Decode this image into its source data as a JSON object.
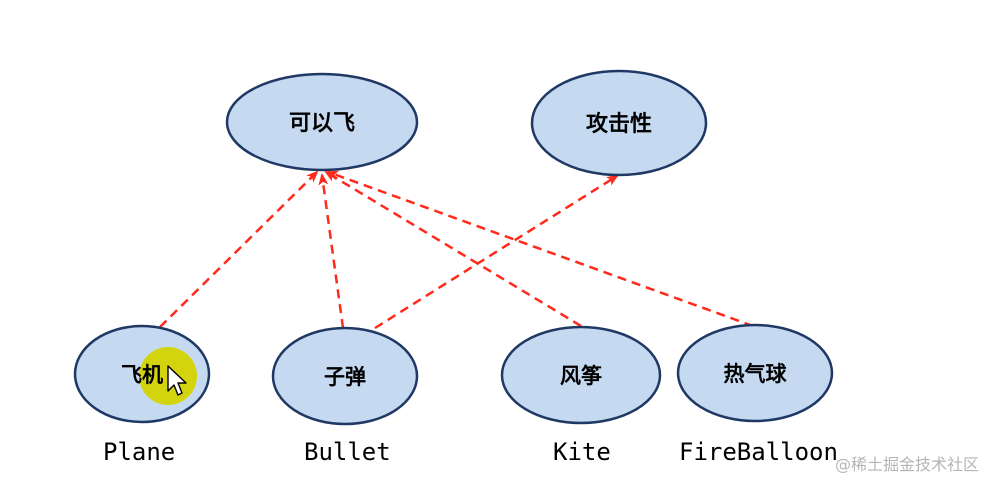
{
  "diagram": {
    "interfaces": [
      {
        "id": "fly",
        "label": "可以飞"
      },
      {
        "id": "attack",
        "label": "攻击性"
      }
    ],
    "classes": [
      {
        "id": "plane",
        "label": "飞机",
        "name": "Plane"
      },
      {
        "id": "bullet",
        "label": "子弹",
        "name": "Bullet"
      },
      {
        "id": "kite",
        "label": "风筝",
        "name": "Kite"
      },
      {
        "id": "balloon",
        "label": "热气球",
        "name": "FireBalloon"
      }
    ],
    "relations": [
      {
        "from": "plane",
        "to": "fly"
      },
      {
        "from": "bullet",
        "to": "fly"
      },
      {
        "from": "bullet",
        "to": "attack"
      },
      {
        "from": "kite",
        "to": "fly"
      },
      {
        "from": "balloon",
        "to": "fly"
      }
    ],
    "colors": {
      "node_fill": "#c5d9f1",
      "node_stroke": "#1f3864",
      "arrow": "#ff2a1a",
      "cursor_highlight": "#d4d400"
    },
    "cursor": {
      "icon": "mouse-pointer-icon",
      "over": "plane"
    }
  },
  "watermark": "@稀土掘金技术社区"
}
